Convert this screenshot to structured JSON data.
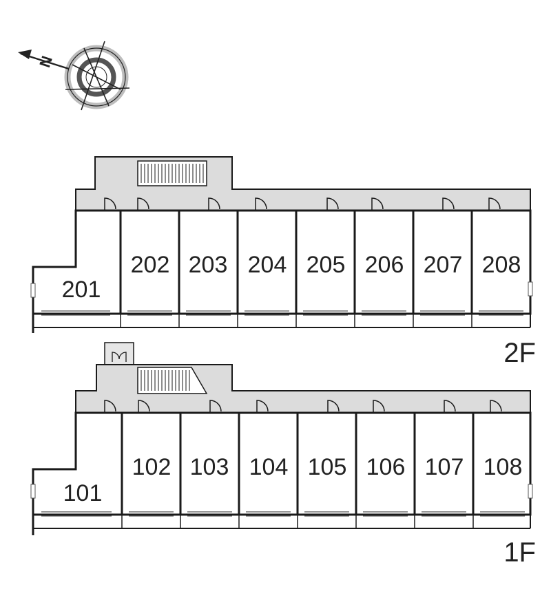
{
  "compass": {
    "north_letter": "N",
    "icon": "compass-rose-icon"
  },
  "floors": [
    {
      "label": "2F",
      "units": [
        {
          "number": "201"
        },
        {
          "number": "202"
        },
        {
          "number": "203"
        },
        {
          "number": "204"
        },
        {
          "number": "205"
        },
        {
          "number": "206"
        },
        {
          "number": "207"
        },
        {
          "number": "208"
        }
      ],
      "stairs_icon": "stairs-icon"
    },
    {
      "label": "1F",
      "units": [
        {
          "number": "101"
        },
        {
          "number": "102"
        },
        {
          "number": "103"
        },
        {
          "number": "104"
        },
        {
          "number": "105"
        },
        {
          "number": "106"
        },
        {
          "number": "107"
        },
        {
          "number": "108"
        }
      ],
      "stairs_icon": "stairs-icon",
      "mailbox_icon": "mailbox-icon"
    }
  ],
  "colors": {
    "wall": "#1a1a1a",
    "corridor": "#dcdcdc",
    "unit_fill": "#ffffff",
    "compass_ring": "#bdbdbd"
  }
}
